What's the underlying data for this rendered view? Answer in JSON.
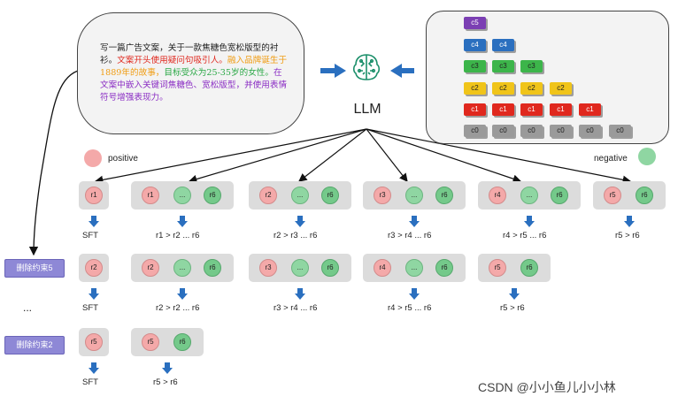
{
  "prompt": {
    "part1": "写一篇广告文案，关于一款焦糖色宽松版型的衬衫。",
    "part2": "文案开头使用疑问句吸引人。",
    "part3": "融入品牌诞生于1889年的故事，",
    "part4": "目标受众为25-35岁的女性。",
    "part5": "在文案中嵌入关键词焦糖色、宽松版型，",
    "part6": "并使用表情符号增强表现力。"
  },
  "llm_label": "LLM",
  "legend": {
    "positive": "positive",
    "negative": "negative"
  },
  "colors": {
    "positive": "#f4a9a9",
    "negative": "#74c98a",
    "arrow": "#2a6fbf",
    "constraint_box": "#8e88d6"
  },
  "constraint_rows": [
    {
      "label": "c5",
      "color": "#7b3fb3",
      "count": 1
    },
    {
      "label": "c4",
      "color": "#2a6fbf",
      "count": 2
    },
    {
      "label": "c3",
      "color": "#3cb54a",
      "count": 3
    },
    {
      "label": "c2",
      "color": "#f0c419",
      "count": 4
    },
    {
      "label": "c1",
      "color": "#e0281e",
      "count": 5
    },
    {
      "label": "c0",
      "color": "#9a9a9a",
      "count": 6
    }
  ],
  "rows": [
    {
      "sft_node": "r1",
      "sft_label": "SFT",
      "groups": [
        {
          "nodes": [
            "r1",
            "...",
            "r6"
          ],
          "label": "r1 > r2 ... r6"
        },
        {
          "nodes": [
            "r2",
            "...",
            "r6"
          ],
          "label": "r2 > r3 ... r6"
        },
        {
          "nodes": [
            "r3",
            "...",
            "r6"
          ],
          "label": "r3 > r4 ... r6"
        },
        {
          "nodes": [
            "r4",
            "...",
            "r6"
          ],
          "label": "r4 > r5 ... r6"
        },
        {
          "nodes": [
            "r5",
            "r6"
          ],
          "label": "r5 > r6"
        }
      ]
    },
    {
      "constraint": "删除约束5",
      "sft_node": "r2",
      "sft_label": "SFT",
      "groups": [
        {
          "nodes": [
            "r2",
            "...",
            "r6"
          ],
          "label": "r2 > r2 ... r6"
        },
        {
          "nodes": [
            "r3",
            "...",
            "r6"
          ],
          "label": "r3 > r4 ... r6"
        },
        {
          "nodes": [
            "r4",
            "...",
            "r6"
          ],
          "label": "r4 > r5 ... r6"
        },
        {
          "nodes": [
            "r5",
            "r6"
          ],
          "label": "r5 > r6"
        }
      ]
    },
    {
      "constraint": "删除约束2",
      "sft_node": "r5",
      "sft_label": "SFT",
      "groups": [
        {
          "nodes": [
            "r5",
            "r6"
          ],
          "label": "r5 > r6"
        }
      ]
    }
  ],
  "ellipsis": "...",
  "watermark": "CSDN @小小鱼儿小小林"
}
